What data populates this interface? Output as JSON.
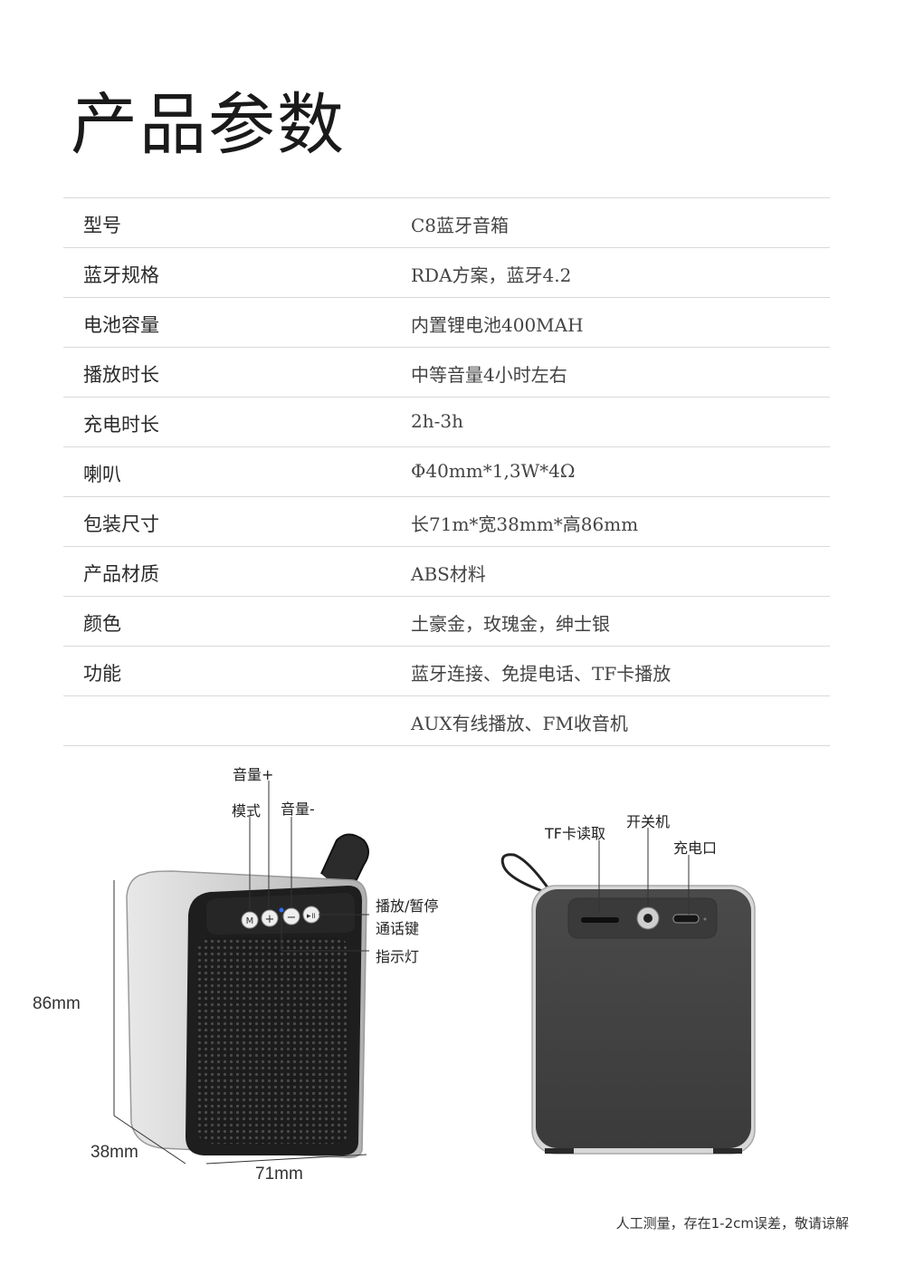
{
  "title": "产品参数",
  "specs": [
    {
      "key": "型号",
      "value": "C8蓝牙音箱"
    },
    {
      "key": "蓝牙规格",
      "value": "RDA方案，蓝牙4.2"
    },
    {
      "key": "电池容量",
      "value": "内置锂电池400MAH"
    },
    {
      "key": "播放时长",
      "value": "中等音量4小时左右"
    },
    {
      "key": "充电时长",
      "value": "2h-3h"
    },
    {
      "key": "喇叭",
      "value": "Φ40mm*1,3W*4Ω"
    },
    {
      "key": "包装尺寸",
      "value": "长71m*宽38mm*高86mm"
    },
    {
      "key": "产品材质",
      "value": "ABS材料"
    },
    {
      "key": "颜色",
      "value": "土豪金，玫瑰金，绅士银"
    },
    {
      "key": "功能",
      "value": "蓝牙连接、免提电话、TF卡播放"
    },
    {
      "key": "",
      "value": "AUX有线播放、FM收音机"
    }
  ],
  "front_labels": {
    "volume_up": "音量+",
    "mode": "模式",
    "volume_down": "音量-",
    "play_pause": "播放/暂停",
    "call_key": "通话键",
    "indicator": "指示灯"
  },
  "back_labels": {
    "tf_reader": "TF卡读取",
    "power": "开关机",
    "charge_port": "充电口"
  },
  "dimensions": {
    "height": "86mm",
    "depth": "38mm",
    "width": "71mm"
  },
  "button_glyphs": {
    "mode": "M",
    "plus": "+",
    "minus": "−",
    "play": "▸॥"
  },
  "note": "人工测量，存在1-2cm误差，敬请谅解"
}
